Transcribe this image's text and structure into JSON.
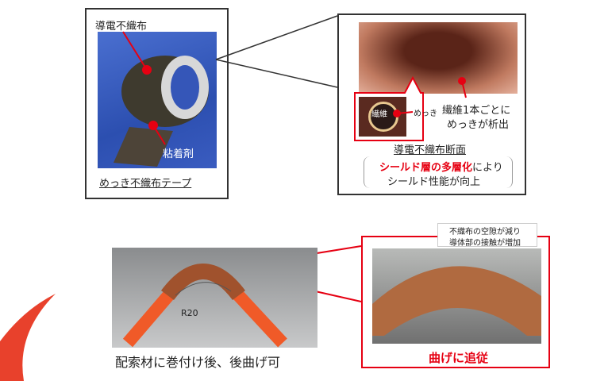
{
  "tape_panel": {
    "label_conductive": "導電不織布",
    "label_adhesive": "粘着剤",
    "caption": "めっき不織布テープ"
  },
  "cross_section_panel": {
    "inset_fiber_label": "繊維",
    "inset_plating_label": "めっき",
    "note_line1": "繊維1本ごとに",
    "note_line2": "めっきが析出",
    "title": "導電不織布断面",
    "benefit_highlight": "シールド層の多層化",
    "benefit_rest": "により",
    "benefit_line2": "シールド性能が向上"
  },
  "bend_panel": {
    "radius_label": "R20",
    "caption": "配索材に巻付け後、後曲げ可"
  },
  "closeup_panel": {
    "note_line1": "不織布の空隙が減り",
    "note_line2": "導体部の接触が増加",
    "caption": "曲げに追従"
  },
  "colors": {
    "accent": "#e60012",
    "copper": "#b5653a"
  }
}
